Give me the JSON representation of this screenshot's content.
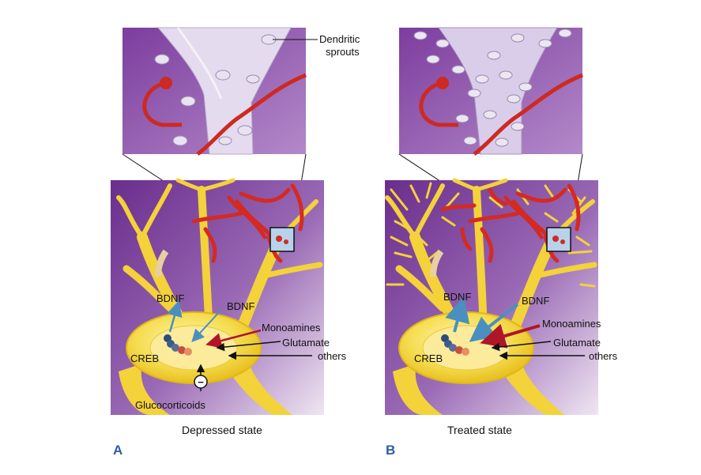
{
  "panels": [
    {
      "letter": "A",
      "state": "Depressed state",
      "labels": {
        "dendritic_sprouts": "Dendritic\nsprouts",
        "bdnf_out": "BDNF",
        "bdnf_in": "BDNF",
        "monoamines": "Monoamines",
        "glutamate": "Glutamate",
        "others": "others",
        "creb": "CREB",
        "glucocorticoids": "Glucocorticoids",
        "minus": "−"
      }
    },
    {
      "letter": "B",
      "state": "Treated state",
      "labels": {
        "bdnf_out": "BDNF",
        "bdnf_in": "BDNF",
        "monoamines": "Monoamines",
        "glutamate": "Glutamate",
        "others": "others",
        "creb": "CREB"
      }
    }
  ],
  "colors": {
    "purple_dark": "#6a2d8c",
    "purple_light": "#c9a6d8",
    "neuron_yellow": "#f3d23a",
    "vessel_red": "#d42a22",
    "bdnf_arrow": "#4a8fc0",
    "monoamine_arrow": "#b0152a",
    "letter_blue": "#2a5f9e"
  }
}
